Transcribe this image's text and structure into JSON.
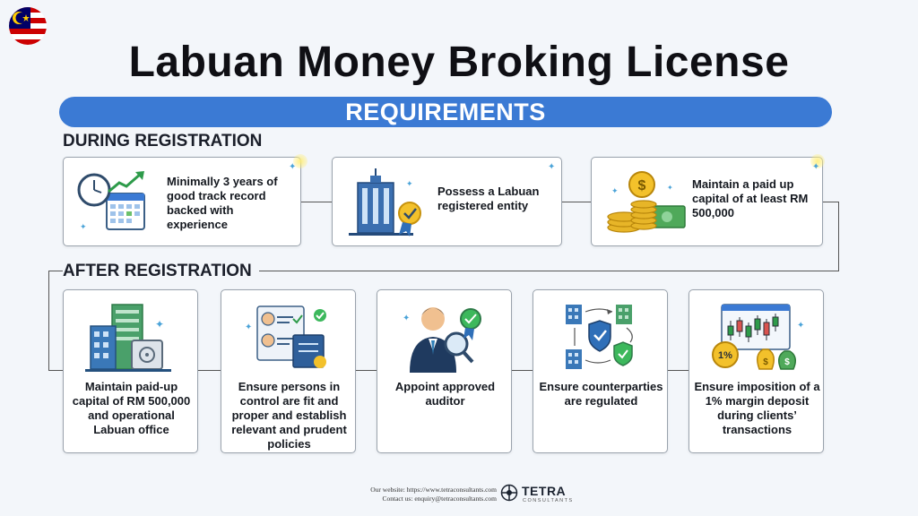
{
  "title": "Labuan Money Broking License",
  "subtitle": "REQUIREMENTS",
  "during": {
    "heading": "DURING REGISTRATION",
    "cards": [
      {
        "text": "Minimally 3 years of good track record backed with experience"
      },
      {
        "text": "Possess a Labuan registered entity"
      },
      {
        "text": "Maintain a paid up capital of at least RM 500,000"
      }
    ]
  },
  "after": {
    "heading": "AFTER REGISTRATION",
    "cards": [
      {
        "text": "Maintain paid-up capital of RM 500,000 and operational Labuan office"
      },
      {
        "text": "Ensure persons in control are fit and proper and establish relevant and prudent policies"
      },
      {
        "text": "Appoint approved auditor"
      },
      {
        "text": "Ensure counterparties are regulated"
      },
      {
        "text": "Ensure imposition of a 1% margin deposit during clients’ transactions"
      }
    ]
  },
  "percent_badge": "1%",
  "dollar_symbol": "$",
  "footer": {
    "website": "Our website: https://www.tetraconsultants.com",
    "contact": "Contact us: enquiry@tetraconsultants.com",
    "brand": "TETRA",
    "brand_sub": "CONSULTANTS"
  },
  "colors": {
    "accent": "#3b7ad4",
    "title": "#0f0f14",
    "background": "#f3f6fa"
  },
  "icons": [
    "malaysia-flag-icon",
    "clock-calendar-growth-icon",
    "building-certificate-icon",
    "coins-cash-icon",
    "building-safe-icon",
    "profile-checklist-icon",
    "auditor-magnifier-icon",
    "buildings-shield-icon",
    "chart-money-bags-icon",
    "tetra-logo-icon"
  ]
}
